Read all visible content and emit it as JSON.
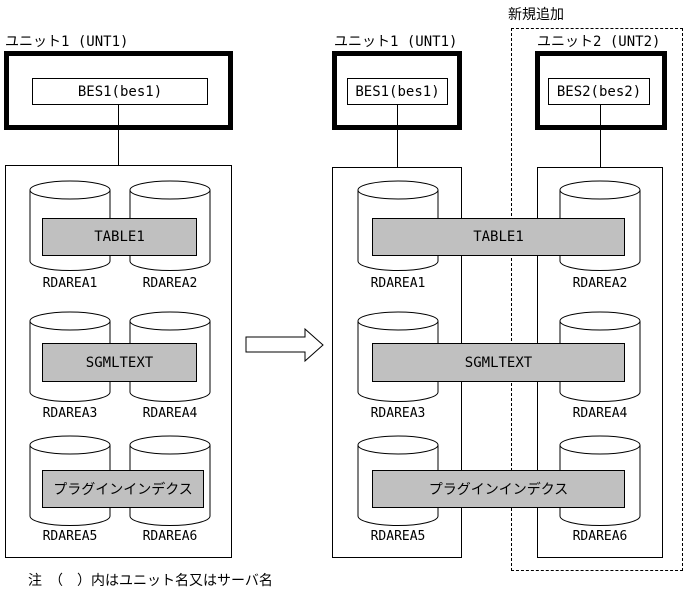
{
  "note": "注　（　）内はユニット名又はサーバ名",
  "annotation_new": "新規追加",
  "colors": {
    "bar_fill": "#c0c0c0",
    "line": "#000000",
    "background": "#ffffff"
  },
  "before": {
    "unit_label": "ユニット1 (UNT1)",
    "server_label": "BES1(bes1)",
    "bars": [
      "TABLE1",
      "SGMLTEXT",
      "プラグインインデクス"
    ],
    "rdareas": [
      "RDAREA1",
      "RDAREA2",
      "RDAREA3",
      "RDAREA4",
      "RDAREA5",
      "RDAREA6"
    ]
  },
  "after": {
    "bars": [
      "TABLE1",
      "SGMLTEXT",
      "プラグインインデクス"
    ],
    "unit1": {
      "unit_label": "ユニット1 (UNT1)",
      "server_label": "BES1(bes1)",
      "rdareas": [
        "RDAREA1",
        "RDAREA3",
        "RDAREA5"
      ]
    },
    "unit2": {
      "unit_label": "ユニット2 (UNT2)",
      "server_label": "BES2(bes2)",
      "rdareas": [
        "RDAREA2",
        "RDAREA4",
        "RDAREA6"
      ]
    }
  }
}
